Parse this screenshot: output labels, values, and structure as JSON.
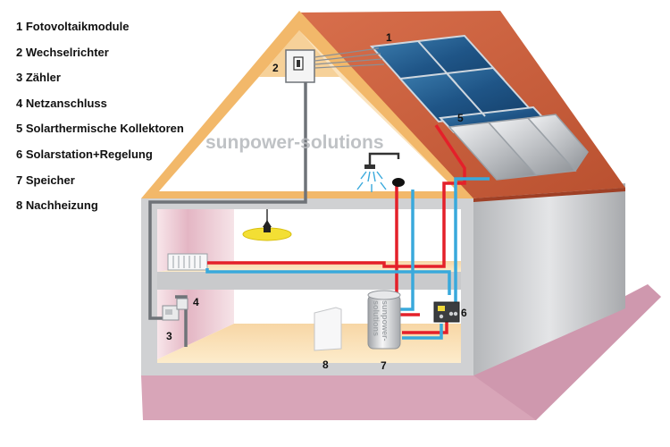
{
  "legend": {
    "items": [
      {
        "number": "1",
        "label": "Fotovoltaikmodule"
      },
      {
        "number": "2",
        "label": "Wechselrichter"
      },
      {
        "number": "3",
        "label": "Zähler"
      },
      {
        "number": "4",
        "label": "Netzanschluss"
      },
      {
        "number": "5",
        "label": "Solarthermische Kollektoren"
      },
      {
        "number": "6",
        "label": "Solarstation+Regelung"
      },
      {
        "number": "7",
        "label": "Speicher"
      },
      {
        "number": "8",
        "label": "Nachheizung"
      }
    ]
  },
  "watermark": "sunpower-solutions",
  "tank_label": {
    "line1": "sunpower-",
    "line2": "solutions"
  },
  "callouts": {
    "n1": "1",
    "n2": "2",
    "n3": "3",
    "n4": "4",
    "n5": "5",
    "n6": "6",
    "n7": "7",
    "n8": "8"
  },
  "colors": {
    "roof": "#c95f3f",
    "roof_trim": "#f2b86a",
    "attic": "#f9dcae",
    "hot_pipe": "#e4202a",
    "cold_pipe": "#39a9dc",
    "cable": "#6f7378",
    "ground": "#d8a5b8",
    "wall_side": "#d2d3d5",
    "floor": "#fbe1b8"
  }
}
